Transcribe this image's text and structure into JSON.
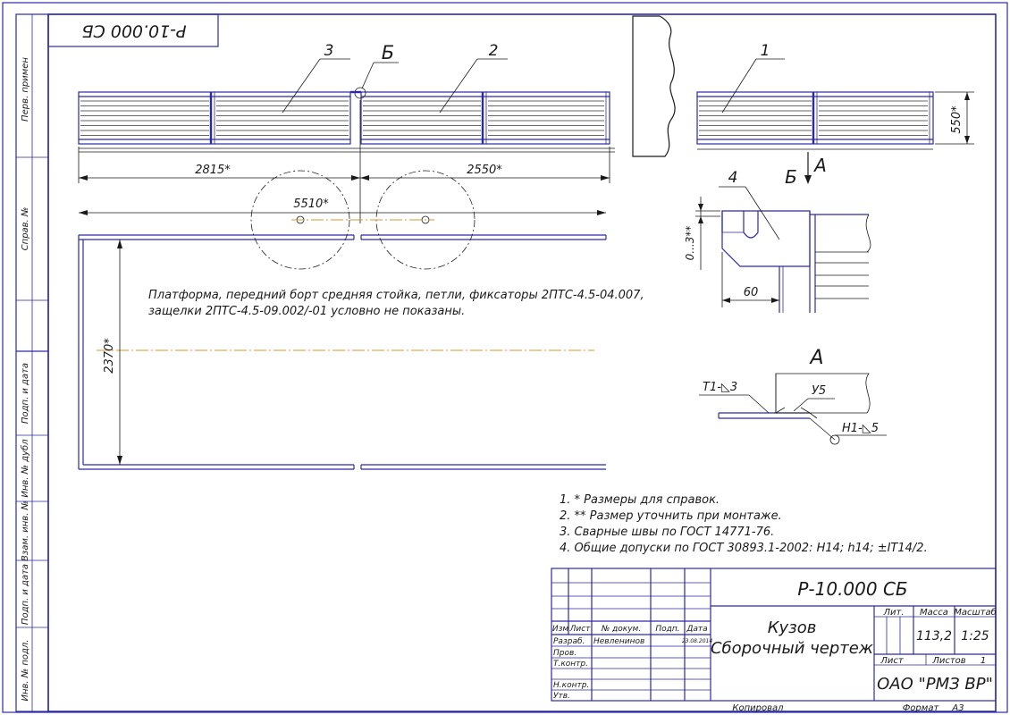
{
  "designation_top": "Р-10.000 СБ",
  "designation": "Р-10.000 СБ",
  "side_labels": {
    "perv_primen": "Перв. примен",
    "sprav": "Справ. №",
    "podp_data_1": "Подп. и дата",
    "inv_dubl": "Инв. № дубл",
    "vzam_inv": "Взам. инв. №",
    "podp_data_2": "Подп. и дата",
    "inv_podl": "Инв. № подл."
  },
  "callouts": {
    "c1": "1",
    "c2": "2",
    "c3": "3",
    "c4": "4",
    "b": "Б",
    "a": "А"
  },
  "view_labels": {
    "b_arrow": "Б",
    "a_arrow": "А",
    "view_a": "А"
  },
  "dimensions": {
    "d2815": "2815*",
    "d2550": "2550*",
    "d5510": "5510*",
    "d550": "550*",
    "d2370": "2370*",
    "d03": "0...3**",
    "d60": "60"
  },
  "weld_labels": {
    "t1": "Т1-◺3",
    "u5": "У5",
    "n1": "Н1-◺5"
  },
  "note_main": [
    "Платформа, передний борт средняя стойка, петли, фиксаторы 2ПТС-4.5-04.007,",
    "защелки   2ПТС-4.5-09.002/-01 условно не показаны."
  ],
  "notes": [
    "1.  * Размеры для справок.",
    "2.  ** Размер уточнить при монтаже.",
    "3.  Сварные швы по ГОСТ 14771-76.",
    "4.  Общие допуски по ГОСТ 30893.1-2002: H14; h14; ±IT14/2."
  ],
  "title_block": {
    "header": [
      "Изм",
      "Лист",
      "№ докум.",
      "Подп.",
      "Дата"
    ],
    "rows": [
      {
        "role": "Разраб.",
        "name": "Невленинов",
        "date": "23.08.2014"
      },
      {
        "role": "Пров.",
        "name": "",
        "date": ""
      },
      {
        "role": "Т.контр.",
        "name": "",
        "date": ""
      },
      {
        "role": "",
        "name": "",
        "date": ""
      },
      {
        "role": "Н.контр.",
        "name": "",
        "date": ""
      },
      {
        "role": "Утв.",
        "name": "",
        "date": ""
      }
    ],
    "name_line1": "Кузов",
    "name_line2": "Сборочный чертеж",
    "lit_label": "Лит.",
    "massa_label": "Масса",
    "masshtab_label": "Масштаб",
    "massa_value": "113,2",
    "masshtab_value": "1:25",
    "list_label": "Лист",
    "listov_label": "Листов",
    "listov_value": "1",
    "organization": "ОАО \"РМЗ ВР\""
  },
  "footer": {
    "kopiroval": "Копировал",
    "format_label": "Формат",
    "format_value": "А3"
  }
}
